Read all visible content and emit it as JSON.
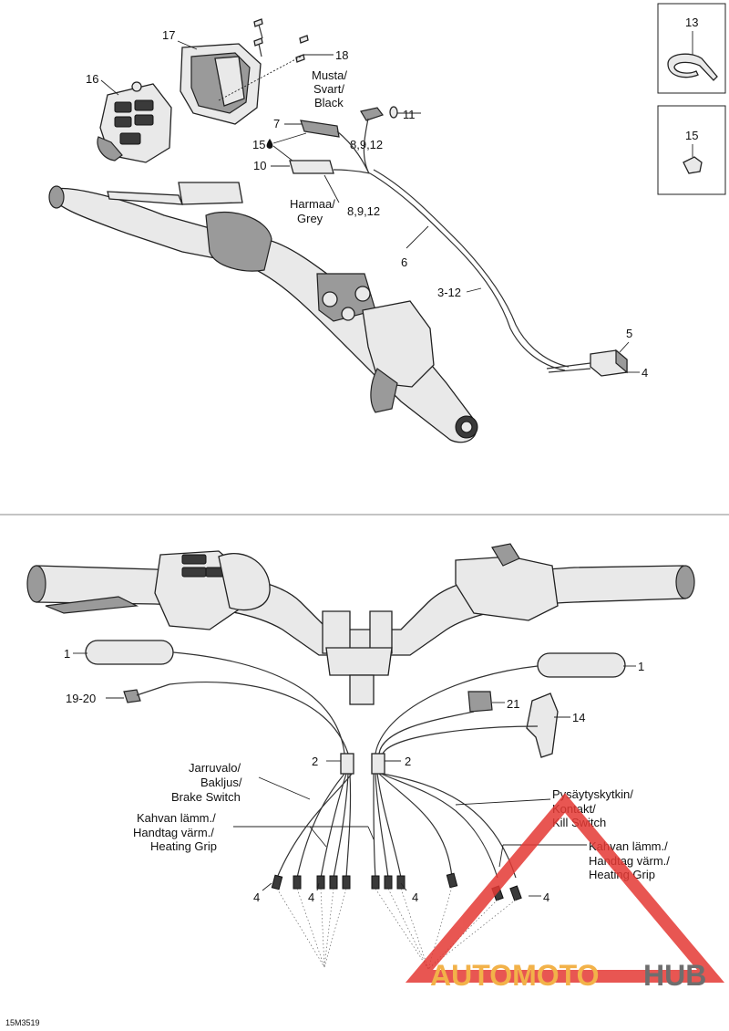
{
  "callouts": {
    "c13": "13",
    "c15": "15",
    "c16": "16",
    "c17": "17",
    "c18": "18",
    "c7": "7",
    "c15b": "15",
    "c10": "10",
    "c11": "11",
    "c8912a": "8,9,12",
    "c8912b": "8,9,12",
    "c6": "6",
    "c312": "3-12",
    "c5": "5",
    "c4top": "4",
    "c1left": "1",
    "c1right": "1",
    "c1920": "19-20",
    "c21": "21",
    "c14": "14",
    "c2left": "2",
    "c2right": "2",
    "c4a": "4",
    "c4b": "4",
    "c4c": "4",
    "c4d": "4"
  },
  "labels": {
    "black": [
      "Musta/",
      "Svart/",
      "Black"
    ],
    "grey": [
      "Harmaa/",
      "Grey"
    ],
    "brake_switch": [
      "Jarruvalo/",
      "Bakljus/",
      "Brake Switch"
    ],
    "heating_grip_left": [
      "Kahvan lämm./",
      "Handtag värm./",
      "Heating Grip"
    ],
    "kill_switch": [
      "Pysäytyskytkin/",
      "Kontakt/",
      "Kill Switch"
    ],
    "heating_grip_right": [
      "Kahvan lämm./",
      "Handtag värm./",
      "Heating Grip"
    ]
  },
  "watermark": {
    "text_a": "AUTOMOTO",
    "text_b": "HUB",
    "color_a": "#f0a52a",
    "color_b": "#555555",
    "logo_color": "#e53935"
  },
  "figure_code": "15M3519",
  "icons": {
    "drop": "drop-icon"
  }
}
